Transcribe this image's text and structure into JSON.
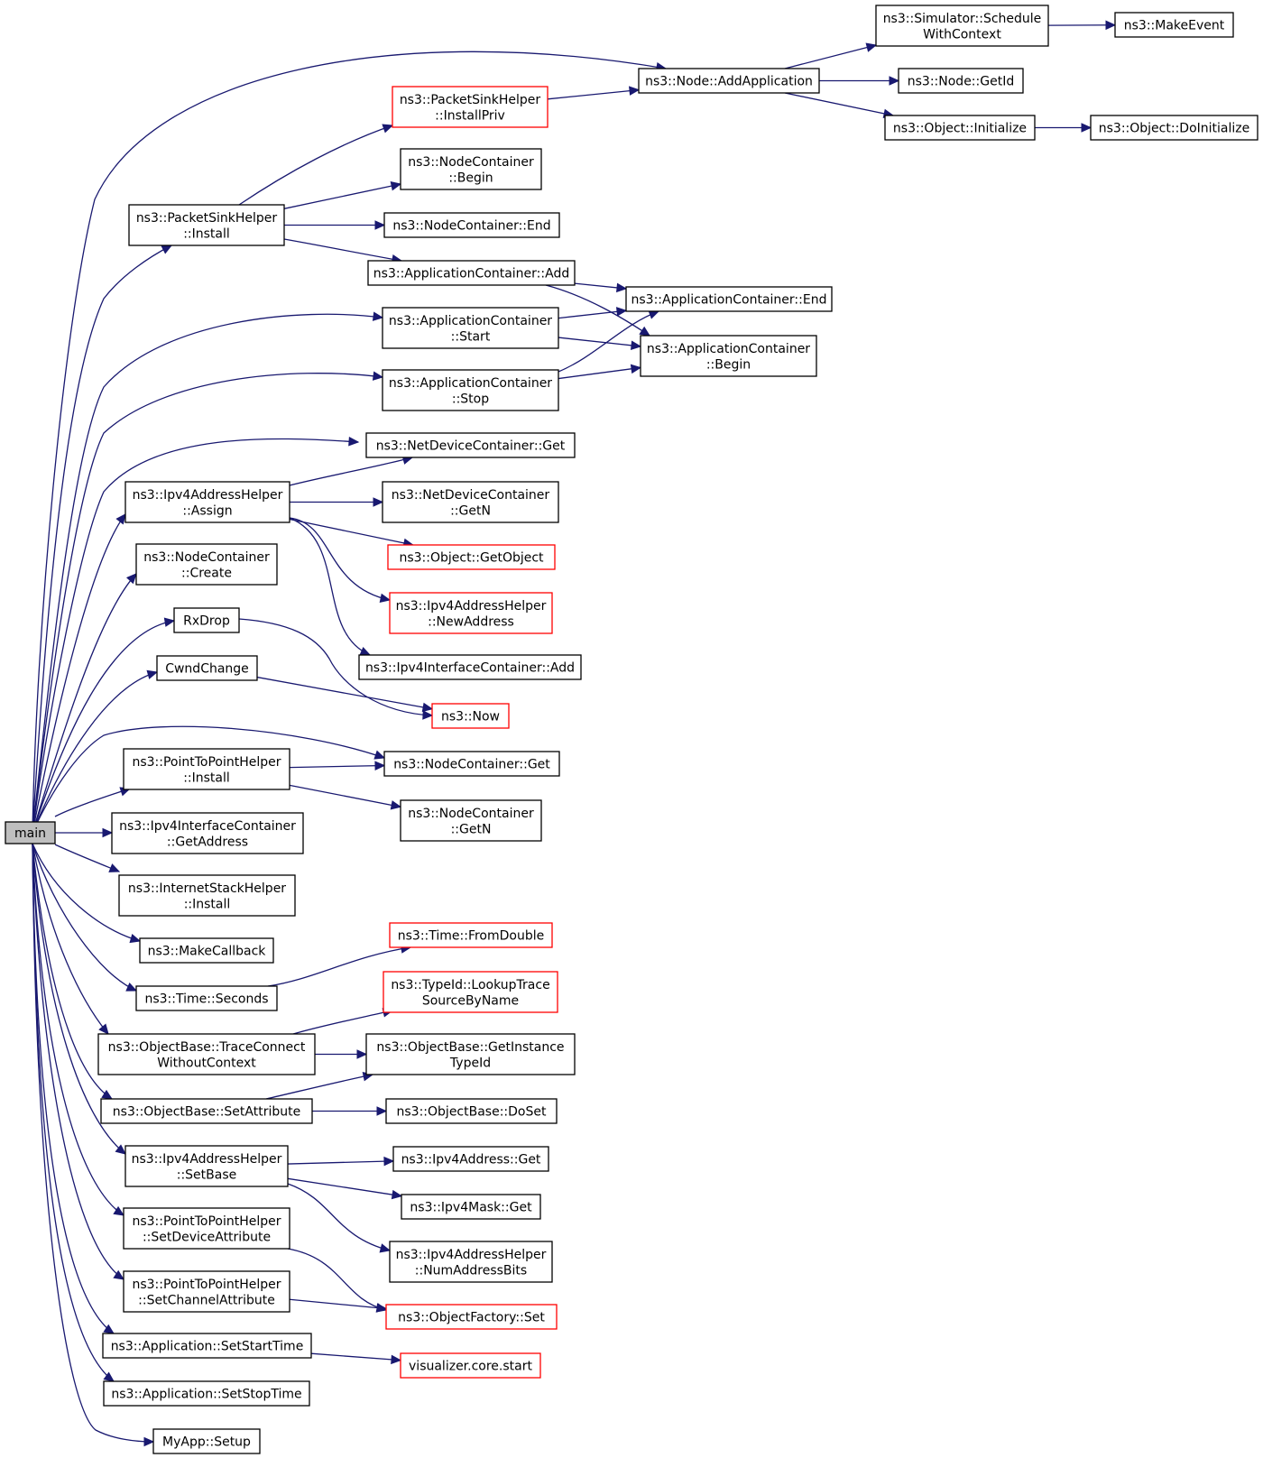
{
  "nodes": [
    {
      "id": "main",
      "lines": [
        "main"
      ],
      "root": true
    },
    {
      "id": "sched",
      "lines": [
        "ns3::Simulator::Schedule",
        "WithContext"
      ]
    },
    {
      "id": "makeevent",
      "lines": [
        "ns3::MakeEvent"
      ]
    },
    {
      "id": "addapp",
      "lines": [
        "ns3::Node::AddApplication"
      ]
    },
    {
      "id": "getid",
      "lines": [
        "ns3::Node::GetId"
      ]
    },
    {
      "id": "objinit",
      "lines": [
        "ns3::Object::Initialize"
      ]
    },
    {
      "id": "objdoinit",
      "lines": [
        "ns3::Object::DoInitialize"
      ]
    },
    {
      "id": "installpriv",
      "lines": [
        "ns3::PacketSinkHelper",
        "::InstallPriv"
      ],
      "red": true
    },
    {
      "id": "ncbegin",
      "lines": [
        "ns3::NodeContainer",
        "::Begin"
      ]
    },
    {
      "id": "psinstall",
      "lines": [
        "ns3::PacketSinkHelper",
        "::Install"
      ]
    },
    {
      "id": "ncend",
      "lines": [
        "ns3::NodeContainer::End"
      ]
    },
    {
      "id": "acadd",
      "lines": [
        "ns3::ApplicationContainer::Add"
      ]
    },
    {
      "id": "acend",
      "lines": [
        "ns3::ApplicationContainer::End"
      ]
    },
    {
      "id": "acstart",
      "lines": [
        "ns3::ApplicationContainer",
        "::Start"
      ]
    },
    {
      "id": "acbegin",
      "lines": [
        "ns3::ApplicationContainer",
        "::Begin"
      ]
    },
    {
      "id": "acstop",
      "lines": [
        "ns3::ApplicationContainer",
        "::Stop"
      ]
    },
    {
      "id": "ndcget",
      "lines": [
        "ns3::NetDeviceContainer::Get"
      ]
    },
    {
      "id": "ipv4assign",
      "lines": [
        "ns3::Ipv4AddressHelper",
        "::Assign"
      ]
    },
    {
      "id": "ndcgetn",
      "lines": [
        "ns3::NetDeviceContainer",
        "::GetN"
      ]
    },
    {
      "id": "ncreate",
      "lines": [
        "ns3::NodeContainer",
        "::Create"
      ]
    },
    {
      "id": "getobject",
      "lines": [
        "ns3::Object::GetObject"
      ],
      "red": true
    },
    {
      "id": "newaddress",
      "lines": [
        "ns3::Ipv4AddressHelper",
        "::NewAddress"
      ],
      "red": true
    },
    {
      "id": "rxdrop",
      "lines": [
        "RxDrop"
      ]
    },
    {
      "id": "ifcadd",
      "lines": [
        "ns3::Ipv4InterfaceContainer::Add"
      ]
    },
    {
      "id": "cwnd",
      "lines": [
        "CwndChange"
      ]
    },
    {
      "id": "now",
      "lines": [
        "ns3::Now"
      ],
      "red": true
    },
    {
      "id": "p2pinstall",
      "lines": [
        "ns3::PointToPointHelper",
        "::Install"
      ]
    },
    {
      "id": "ncget",
      "lines": [
        "ns3::NodeContainer::Get"
      ]
    },
    {
      "id": "ncgetn",
      "lines": [
        "ns3::NodeContainer",
        "::GetN"
      ]
    },
    {
      "id": "ifcgetaddr",
      "lines": [
        "ns3::Ipv4InterfaceContainer",
        "::GetAddress"
      ]
    },
    {
      "id": "ishinstall",
      "lines": [
        "ns3::InternetStackHelper",
        "::Install"
      ]
    },
    {
      "id": "makecb",
      "lines": [
        "ns3::MakeCallback"
      ]
    },
    {
      "id": "fromdouble",
      "lines": [
        "ns3::Time::FromDouble"
      ],
      "red": true
    },
    {
      "id": "seconds",
      "lines": [
        "ns3::Time::Seconds"
      ]
    },
    {
      "id": "lookuptrace",
      "lines": [
        "ns3::TypeId::LookupTrace",
        "SourceByName"
      ],
      "red": true
    },
    {
      "id": "traceconnect",
      "lines": [
        "ns3::ObjectBase::TraceConnect",
        "WithoutContext"
      ]
    },
    {
      "id": "getinstance",
      "lines": [
        "ns3::ObjectBase::GetInstance",
        "TypeId"
      ]
    },
    {
      "id": "setattr",
      "lines": [
        "ns3::ObjectBase::SetAttribute"
      ]
    },
    {
      "id": "doset",
      "lines": [
        "ns3::ObjectBase::DoSet"
      ]
    },
    {
      "id": "ipv4get",
      "lines": [
        "ns3::Ipv4Address::Get"
      ]
    },
    {
      "id": "setbase",
      "lines": [
        "ns3::Ipv4AddressHelper",
        "::SetBase"
      ]
    },
    {
      "id": "maskget",
      "lines": [
        "ns3::Ipv4Mask::Get"
      ]
    },
    {
      "id": "setdevattr",
      "lines": [
        "ns3::PointToPointHelper",
        "::SetDeviceAttribute"
      ]
    },
    {
      "id": "numaddr",
      "lines": [
        "ns3::Ipv4AddressHelper",
        "::NumAddressBits"
      ]
    },
    {
      "id": "setchanattr",
      "lines": [
        "ns3::PointToPointHelper",
        "::SetChannelAttribute"
      ]
    },
    {
      "id": "ofset",
      "lines": [
        "ns3::ObjectFactory::Set"
      ],
      "red": true
    },
    {
      "id": "setstart",
      "lines": [
        "ns3::Application::SetStartTime"
      ]
    },
    {
      "id": "vizstart",
      "lines": [
        "visualizer.core.start"
      ],
      "red": true
    },
    {
      "id": "setstop",
      "lines": [
        "ns3::Application::SetStopTime"
      ]
    },
    {
      "id": "setup",
      "lines": [
        "MyApp::Setup"
      ]
    }
  ],
  "edges": [
    [
      "main",
      "addapp"
    ],
    [
      "main",
      "psinstall"
    ],
    [
      "main",
      "acstart"
    ],
    [
      "main",
      "acstop"
    ],
    [
      "main",
      "ndcget"
    ],
    [
      "main",
      "ipv4assign"
    ],
    [
      "main",
      "ncreate"
    ],
    [
      "main",
      "rxdrop"
    ],
    [
      "main",
      "cwnd"
    ],
    [
      "main",
      "ncget"
    ],
    [
      "main",
      "p2pinstall"
    ],
    [
      "main",
      "ifcgetaddr"
    ],
    [
      "main",
      "ishinstall"
    ],
    [
      "main",
      "makecb"
    ],
    [
      "main",
      "seconds"
    ],
    [
      "main",
      "traceconnect"
    ],
    [
      "main",
      "setattr"
    ],
    [
      "main",
      "setbase"
    ],
    [
      "main",
      "setdevattr"
    ],
    [
      "main",
      "setchanattr"
    ],
    [
      "main",
      "setstart"
    ],
    [
      "main",
      "setstop"
    ],
    [
      "main",
      "setup"
    ],
    [
      "addapp",
      "sched"
    ],
    [
      "addapp",
      "getid"
    ],
    [
      "addapp",
      "objinit"
    ],
    [
      "sched",
      "makeevent"
    ],
    [
      "objinit",
      "objdoinit"
    ],
    [
      "installpriv",
      "addapp"
    ],
    [
      "psinstall",
      "installpriv"
    ],
    [
      "psinstall",
      "ncbegin"
    ],
    [
      "psinstall",
      "ncend"
    ],
    [
      "psinstall",
      "acadd"
    ],
    [
      "acadd",
      "acend"
    ],
    [
      "acadd",
      "acbegin"
    ],
    [
      "acstart",
      "acend"
    ],
    [
      "acstart",
      "acbegin"
    ],
    [
      "acstop",
      "acend"
    ],
    [
      "acstop",
      "acbegin"
    ],
    [
      "ipv4assign",
      "ndcget"
    ],
    [
      "ipv4assign",
      "ndcgetn"
    ],
    [
      "ipv4assign",
      "getobject"
    ],
    [
      "ipv4assign",
      "newaddress"
    ],
    [
      "ipv4assign",
      "ifcadd"
    ],
    [
      "rxdrop",
      "now"
    ],
    [
      "cwnd",
      "now"
    ],
    [
      "p2pinstall",
      "ncget"
    ],
    [
      "p2pinstall",
      "ncgetn"
    ],
    [
      "seconds",
      "fromdouble"
    ],
    [
      "traceconnect",
      "lookuptrace"
    ],
    [
      "traceconnect",
      "getinstance"
    ],
    [
      "setattr",
      "getinstance"
    ],
    [
      "setattr",
      "doset"
    ],
    [
      "setbase",
      "ipv4get"
    ],
    [
      "setbase",
      "maskget"
    ],
    [
      "setbase",
      "numaddr"
    ],
    [
      "setdevattr",
      "ofset"
    ],
    [
      "setchanattr",
      "ofset"
    ],
    [
      "setstart",
      "vizstart"
    ]
  ]
}
